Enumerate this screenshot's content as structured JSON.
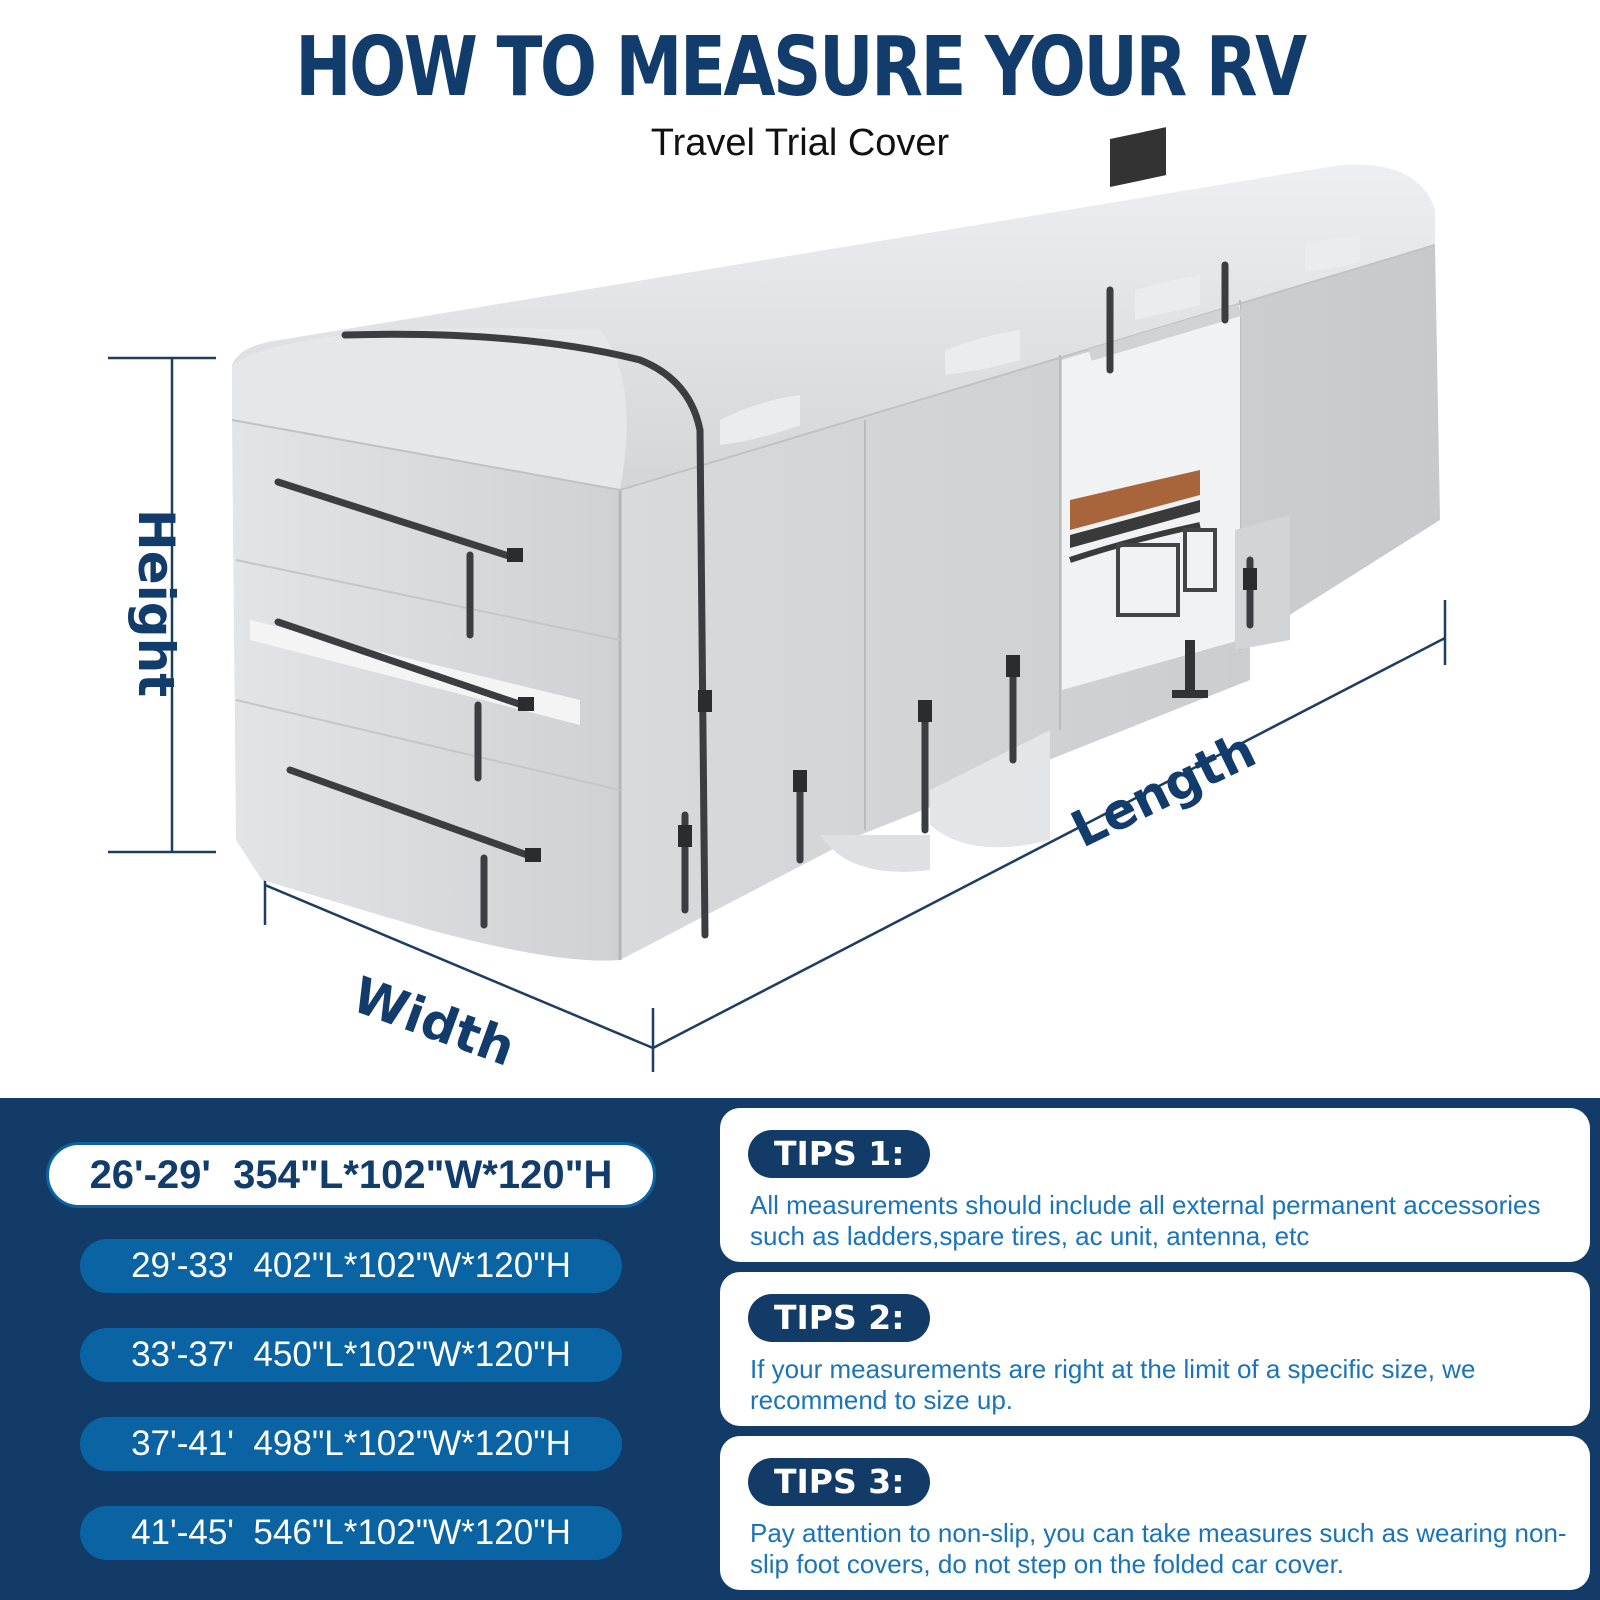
{
  "header": {
    "title": "HOW TO MEASURE YOUR RV",
    "subtitle": "Travel Trial Cover"
  },
  "dimensions": {
    "height_label": "Height",
    "width_label": "Width",
    "length_label": "Length"
  },
  "colors": {
    "navy": "#133b67",
    "accent_blue": "#0a64a4",
    "tip_text_blue": "#1a74ba",
    "cover_silver": "#d9dbdd"
  },
  "size_options": [
    {
      "range": "26'-29'",
      "dims": "354\"L*102\"W*120\"H",
      "selected": true
    },
    {
      "range": "29'-33'",
      "dims": "402\"L*102\"W*120\"H",
      "selected": false
    },
    {
      "range": "33'-37'",
      "dims": "450\"L*102\"W*120\"H",
      "selected": false
    },
    {
      "range": "37'-41'",
      "dims": "498\"L*102\"W*120\"H",
      "selected": false
    },
    {
      "range": "41'-45'",
      "dims": "546\"L*102\"W*120\"H",
      "selected": false
    }
  ],
  "size_text": [
    "26'-29'  354\"L*102\"W*120\"H",
    "29'-33'  402\"L*102\"W*120\"H",
    "33'-37'  450\"L*102\"W*120\"H",
    "37'-41'  498\"L*102\"W*120\"H",
    "41'-45'  546\"L*102\"W*120\"H"
  ],
  "tips": [
    {
      "title": "TIPS 1:",
      "text": "All measurements should include all external permanent accessories such as ladders,spare tires, ac unit, antenna, etc"
    },
    {
      "title": "TIPS 2:",
      "text": "If your measurements are right at the limit of a specific size, we recommend to size up."
    },
    {
      "title": "TIPS 3:",
      "text": "Pay attention to non-slip, you can take measures such as wearing non-slip foot covers, do not step on the folded car cover."
    }
  ]
}
